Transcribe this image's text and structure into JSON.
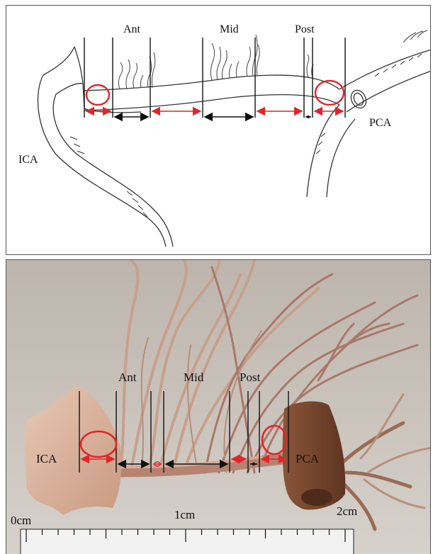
{
  "top_diagram": {
    "labels": {
      "ant": "Ant",
      "mid": "Mid",
      "post": "Post",
      "ica": "ICA",
      "pca": "PCA"
    }
  },
  "photo": {
    "labels": {
      "ant": "Ant",
      "mid": "Mid",
      "post": "Post",
      "ica": "ICA",
      "pca": "PCA"
    },
    "ruler": {
      "zero": "0cm",
      "one": "1cm",
      "two": "2cm"
    }
  },
  "colors": {
    "segment_red": "#e0252a",
    "segment_black": "#111111",
    "line_art": "#333333"
  }
}
